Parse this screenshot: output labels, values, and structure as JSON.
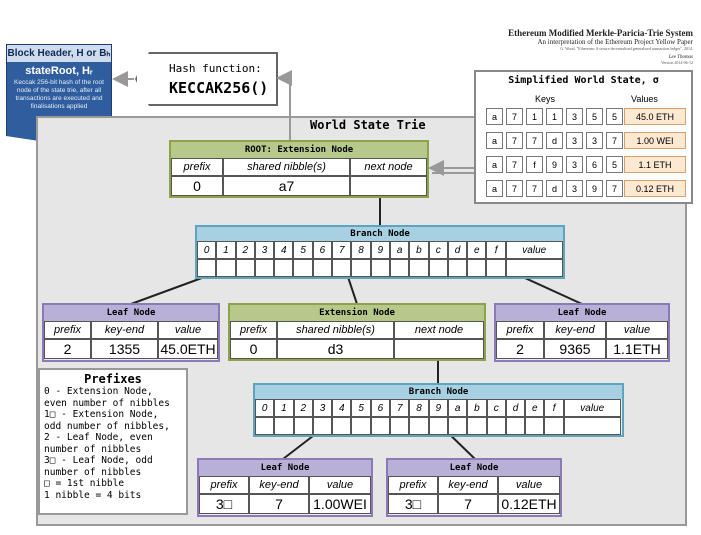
{
  "header": {
    "title": "Ethereum Modified Merkle-Paricia-Trie System",
    "subtitle": "An interpretation of the Ethereum Project Yellow Paper",
    "citation": "G. Wood, \"Ethereum: A secure decentralised generalised transaction ledger\", 2014.",
    "author": "Lee Thomas",
    "date": "Version 2014-06-12"
  },
  "block_header": {
    "title": "Block Header, H or Bₕ",
    "state_root": "stateRoot, Hᵣ",
    "description": "Keccak 256-bit hash of the root node of the state trie, after all transactions are executed and finalisations applied"
  },
  "hash_function": {
    "label": "Hash function:",
    "name": "KECCAK256()"
  },
  "world_state": {
    "title": "Simplified World State, σ",
    "keys_label": "Keys",
    "values_label": "Values",
    "rows": [
      {
        "key": [
          "a",
          "7",
          "1",
          "1",
          "3",
          "5",
          "5"
        ],
        "value": "45.0 ETH"
      },
      {
        "key": [
          "a",
          "7",
          "7",
          "d",
          "3",
          "3",
          "7"
        ],
        "value": "1.00 WEI"
      },
      {
        "key": [
          "a",
          "7",
          "f",
          "9",
          "3",
          "6",
          "5"
        ],
        "value": "1.1 ETH"
      },
      {
        "key": [
          "a",
          "7",
          "7",
          "d",
          "3",
          "9",
          "7"
        ],
        "value": "0.12 ETH"
      }
    ]
  },
  "trie_title": "World State Trie",
  "root_node": {
    "title": "ROOT: Extension Node",
    "headers": [
      "prefix",
      "shared nibble(s)",
      "next node"
    ],
    "prefix": "0",
    "shared": "a7"
  },
  "branch1": {
    "title": "Branch Node",
    "cols": [
      "0",
      "1",
      "2",
      "3",
      "4",
      "5",
      "6",
      "7",
      "8",
      "9",
      "a",
      "b",
      "c",
      "d",
      "e",
      "f",
      "value"
    ]
  },
  "leaf1": {
    "title": "Leaf Node",
    "headers": [
      "prefix",
      "key-end",
      "value"
    ],
    "prefix": "2",
    "keyend": "1355",
    "value": "45.0ETH"
  },
  "ext2": {
    "title": "Extension Node",
    "headers": [
      "prefix",
      "shared nibble(s)",
      "next node"
    ],
    "prefix": "0",
    "shared": "d3"
  },
  "leaf2": {
    "title": "Leaf Node",
    "headers": [
      "prefix",
      "key-end",
      "value"
    ],
    "prefix": "2",
    "keyend": "9365",
    "value": "1.1ETH"
  },
  "branch2": {
    "title": "Branch Node",
    "cols": [
      "0",
      "1",
      "2",
      "3",
      "4",
      "5",
      "6",
      "7",
      "8",
      "9",
      "a",
      "b",
      "c",
      "d",
      "e",
      "f",
      "value"
    ]
  },
  "leaf3": {
    "title": "Leaf Node",
    "headers": [
      "prefix",
      "key-end",
      "value"
    ],
    "prefix": "3□",
    "keyend": "7",
    "value": "1.00WEI"
  },
  "leaf4": {
    "title": "Leaf Node",
    "headers": [
      "prefix",
      "key-end",
      "value"
    ],
    "prefix": "3□",
    "keyend": "7",
    "value": "0.12ETH"
  },
  "prefixes": {
    "title": "Prefixes",
    "lines": [
      "0 - Extension Node,",
      "even number of nibbles",
      "1□ - Extension Node,",
      "odd number of nibbles,",
      "2 - Leaf Node, even",
      "number of nibbles",
      "3□ - Leaf Node, odd",
      "number of nibbles",
      "□ = 1st nibble",
      "1 nibble = 4 bits"
    ]
  },
  "colors": {
    "extension": "#b6c98a",
    "leaf": "#b9b0d8",
    "branch": "#a7d1e3",
    "block_header": "#2f5d9e",
    "value_cell": "#fde8d2"
  }
}
